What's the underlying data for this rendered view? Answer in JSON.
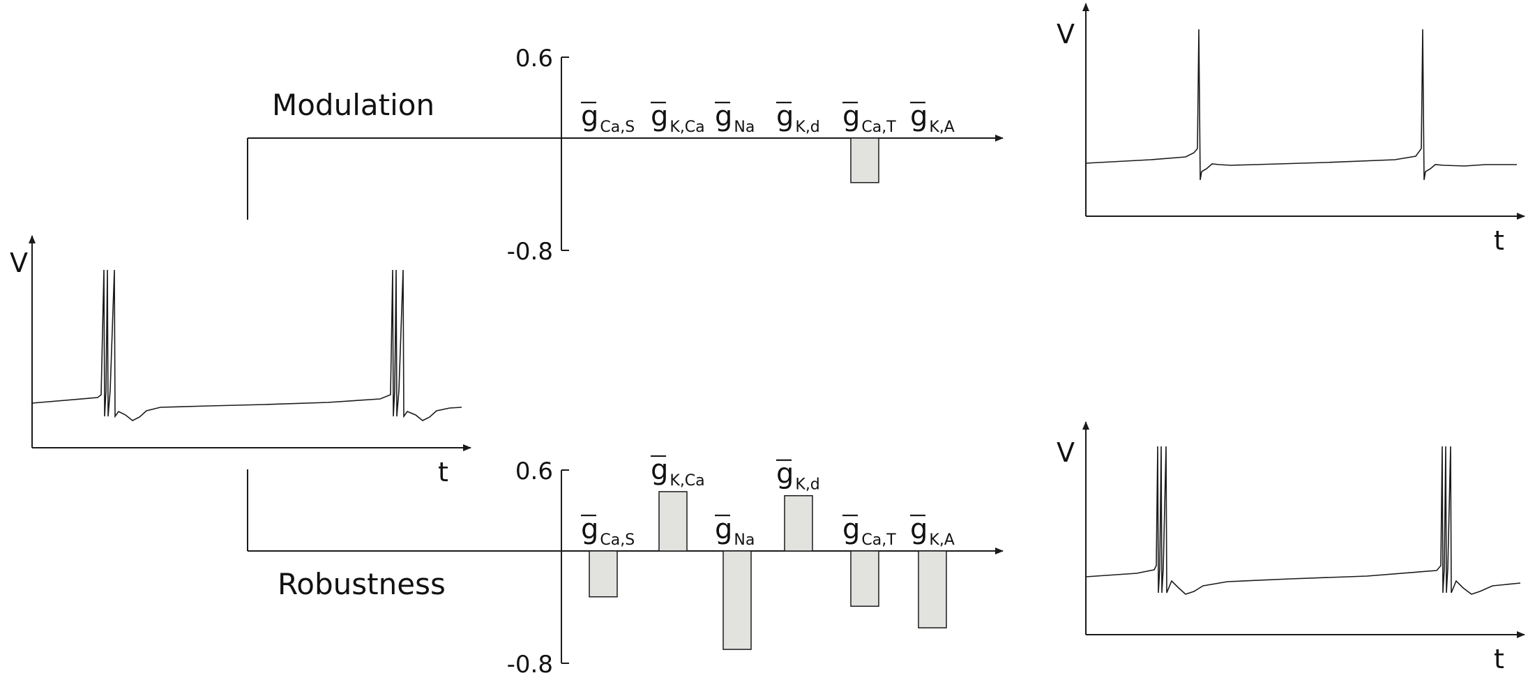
{
  "labels": {
    "modulation": "Modulation",
    "robustness": "Robustness",
    "v": "V",
    "t": "t"
  },
  "colors": {
    "ink": "#1a1a1a",
    "bar_fill": "#e2e3df"
  },
  "chart_data": [
    {
      "type": "bar",
      "title": "Modulation",
      "ylim": [
        -0.8,
        0.6
      ],
      "ytick_labels": [
        "0.6",
        "-0.8"
      ],
      "categories": [
        {
          "base": "g",
          "sub": "Ca,S"
        },
        {
          "base": "g",
          "sub": "K,Ca"
        },
        {
          "base": "g",
          "sub": "Na"
        },
        {
          "base": "g",
          "sub": "K,d"
        },
        {
          "base": "g",
          "sub": "Ca,T"
        },
        {
          "base": "g",
          "sub": "K,A"
        }
      ],
      "values": [
        0,
        0,
        0,
        0,
        -0.33,
        0
      ]
    },
    {
      "type": "bar",
      "title": "Robustness",
      "ylim": [
        -0.8,
        0.6
      ],
      "ytick_labels": [
        "0.6",
        "-0.8"
      ],
      "categories": [
        {
          "base": "g",
          "sub": "Ca,S"
        },
        {
          "base": "g",
          "sub": "K,Ca"
        },
        {
          "base": "g",
          "sub": "Na"
        },
        {
          "base": "g",
          "sub": "K,d"
        },
        {
          "base": "g",
          "sub": "Ca,T"
        },
        {
          "base": "g",
          "sub": "K,A"
        }
      ],
      "values": [
        -0.34,
        0.44,
        -0.73,
        0.41,
        -0.41,
        -0.57
      ]
    }
  ]
}
